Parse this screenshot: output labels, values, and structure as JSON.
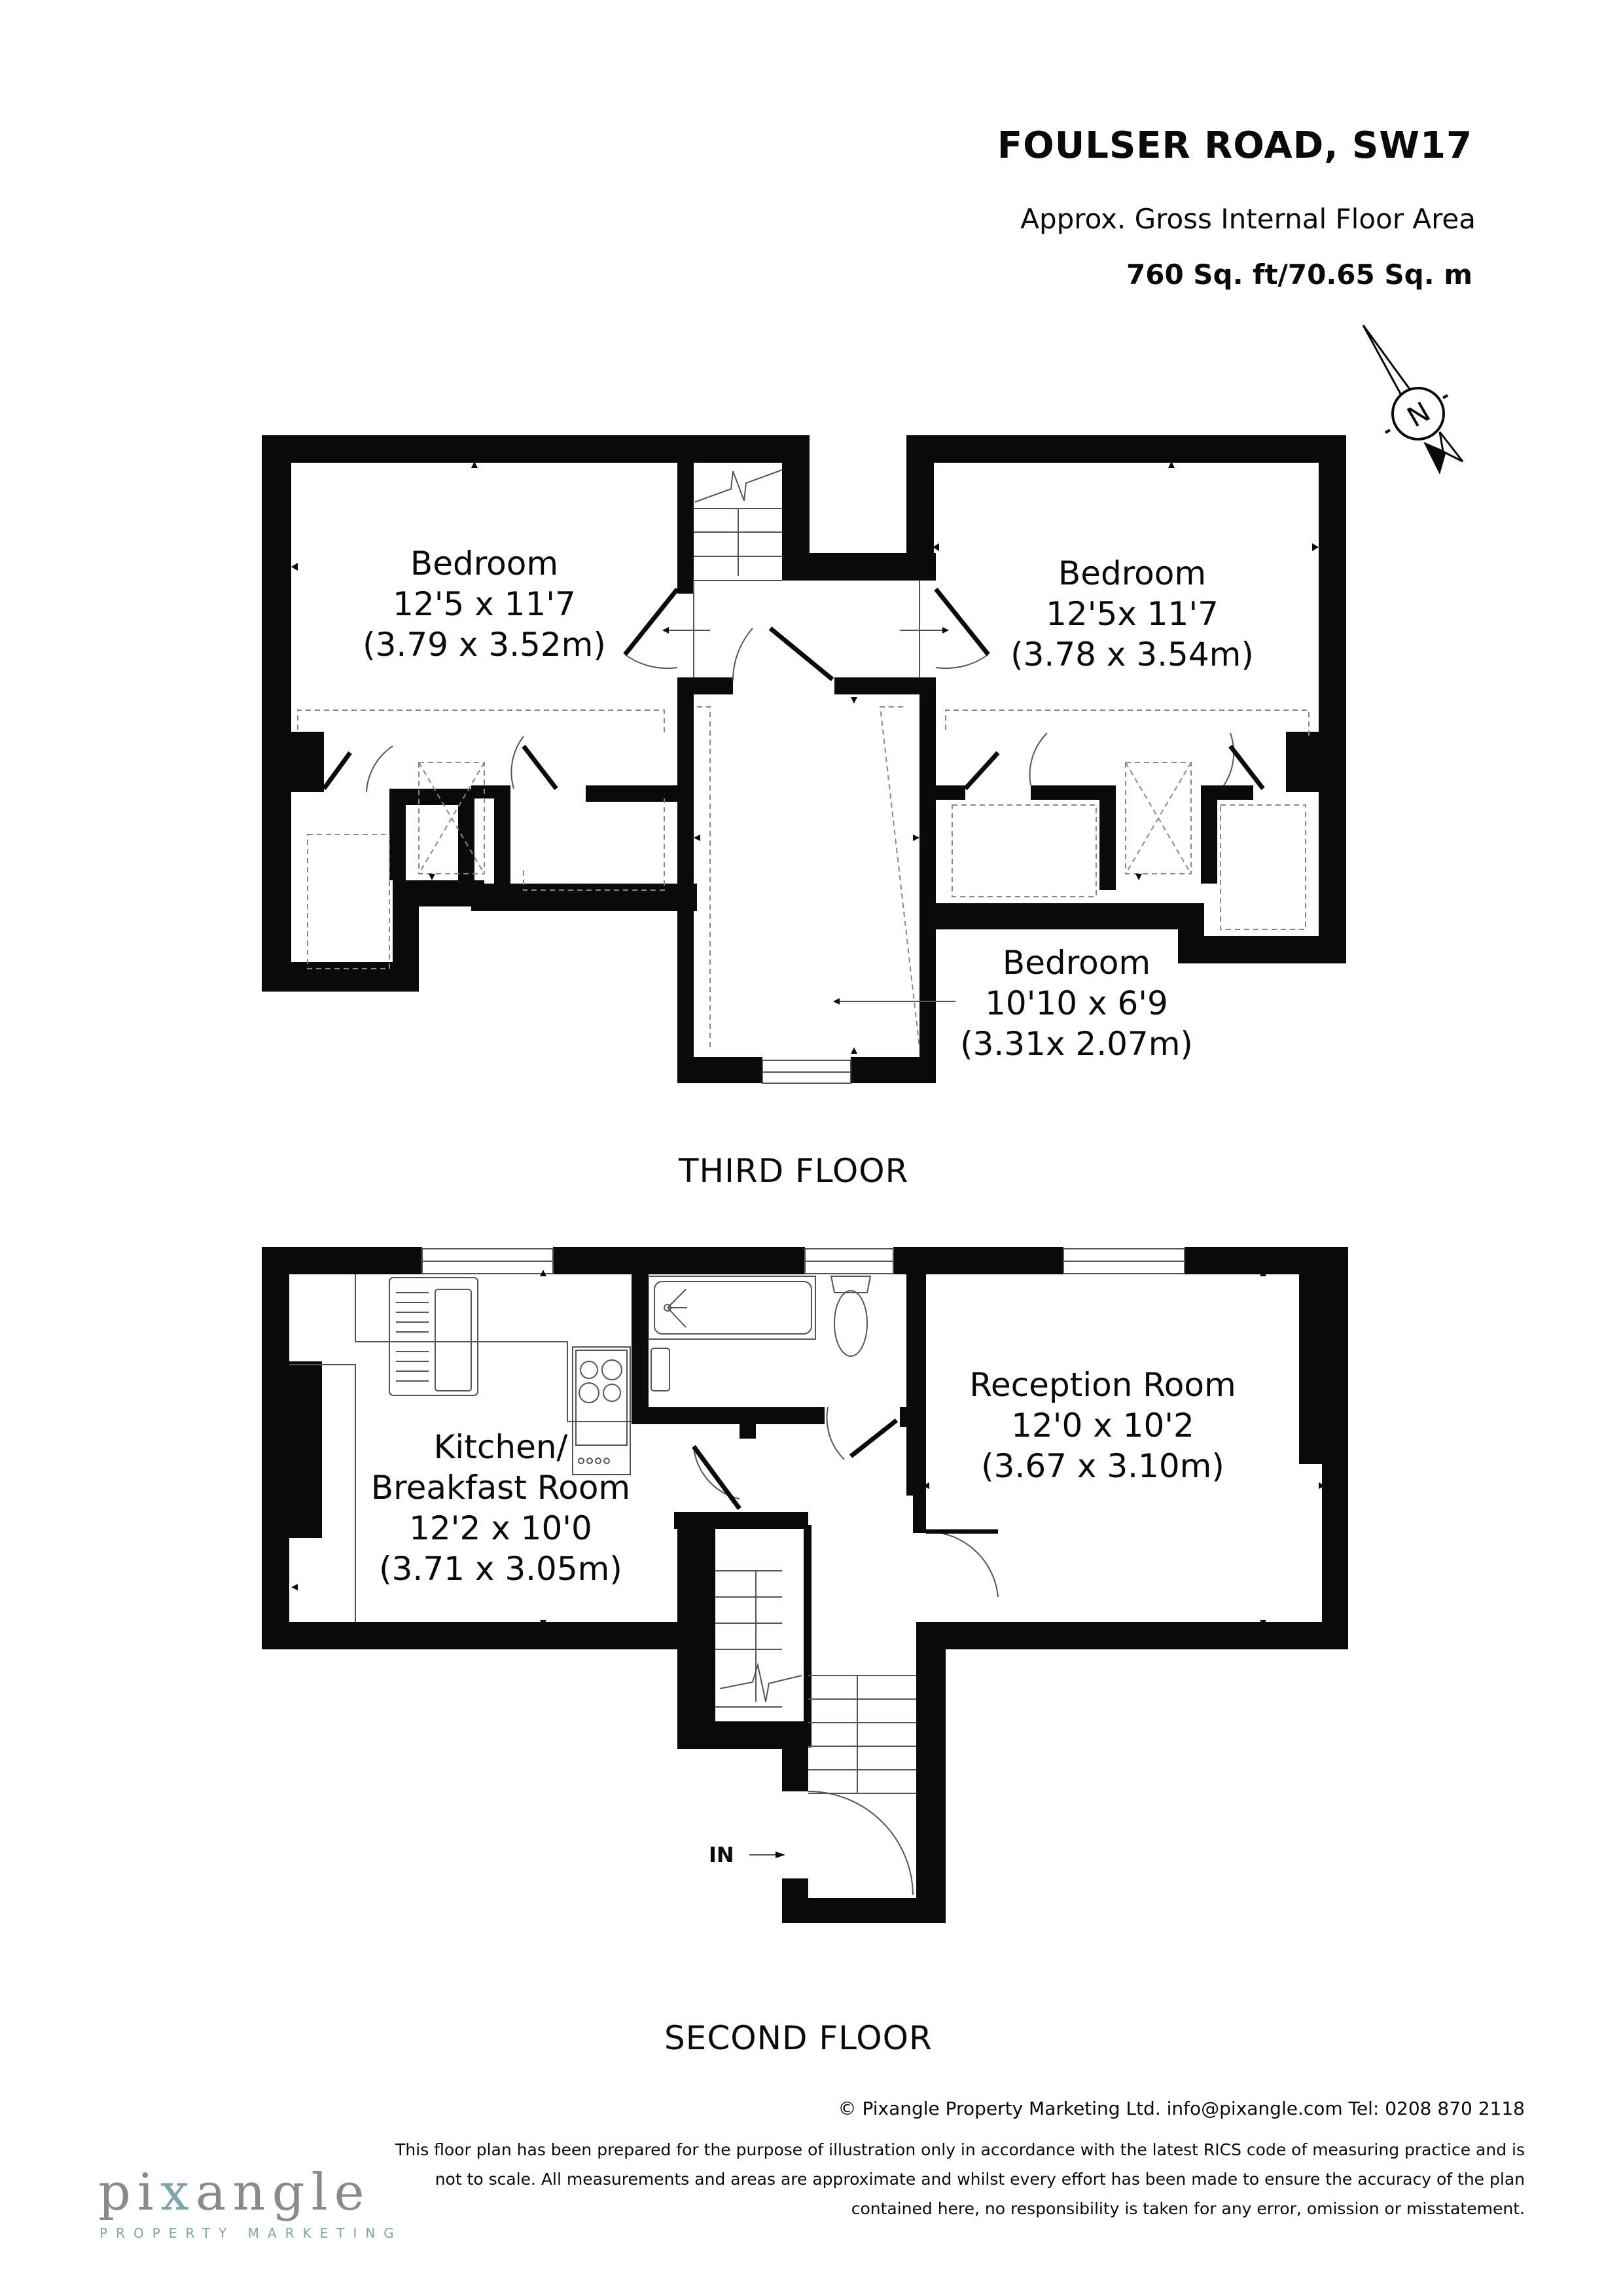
{
  "header": {
    "title": "FOULSER ROAD, SW17",
    "subtitle": "Approx. Gross Internal Floor Area",
    "area": "760 Sq. ft/70.65 Sq. m"
  },
  "compass": {
    "label": "N",
    "icon": "north-arrow-icon"
  },
  "floors": [
    {
      "name": "THIRD FLOOR",
      "rooms": [
        {
          "name": "Bedroom",
          "imperial": "12'5 x 11'7",
          "metric": "(3.79 x 3.52m)"
        },
        {
          "name": "Bedroom",
          "imperial": "12'5x 11'7",
          "metric": "(3.78 x 3.54m)"
        },
        {
          "name": "Bedroom",
          "imperial": "10'10 x 6'9",
          "metric": "(3.31x 2.07m)"
        }
      ]
    },
    {
      "name": "SECOND FLOOR",
      "rooms": [
        {
          "name": "Kitchen/",
          "name2": "Breakfast Room",
          "imperial": "12'2 x 10'0",
          "metric": "(3.71 x 3.05m)"
        },
        {
          "name": "Reception Room",
          "imperial": "12'0 x 10'2",
          "metric": "(3.67 x 3.10m)"
        }
      ],
      "entrance_label": "IN"
    }
  ],
  "footer": {
    "copyright": "© Pixangle Property Marketing Ltd. info@pixangle.com Tel: 0208 870 2118",
    "disclaimer_lines": [
      "This floor plan has been prepared for the purpose of illustration only in accordance with the latest RICS code of measuring practice and is",
      "not to scale. All measurements and areas are approximate and whilst every effort has been made to ensure the accuracy of the plan",
      "contained here, no responsibility is taken for any error, omission or misstatement."
    ],
    "logo": {
      "pre": "pi",
      "x": "x",
      "post": "angle",
      "tagline": "PROPERTY MARKETING",
      "accent_color": "#7fa3ab",
      "text_color": "#8a8a8a"
    }
  },
  "colors": {
    "wall": "#0a0a0a",
    "line": "#555555",
    "dashed": "#888888",
    "background": "#ffffff"
  }
}
